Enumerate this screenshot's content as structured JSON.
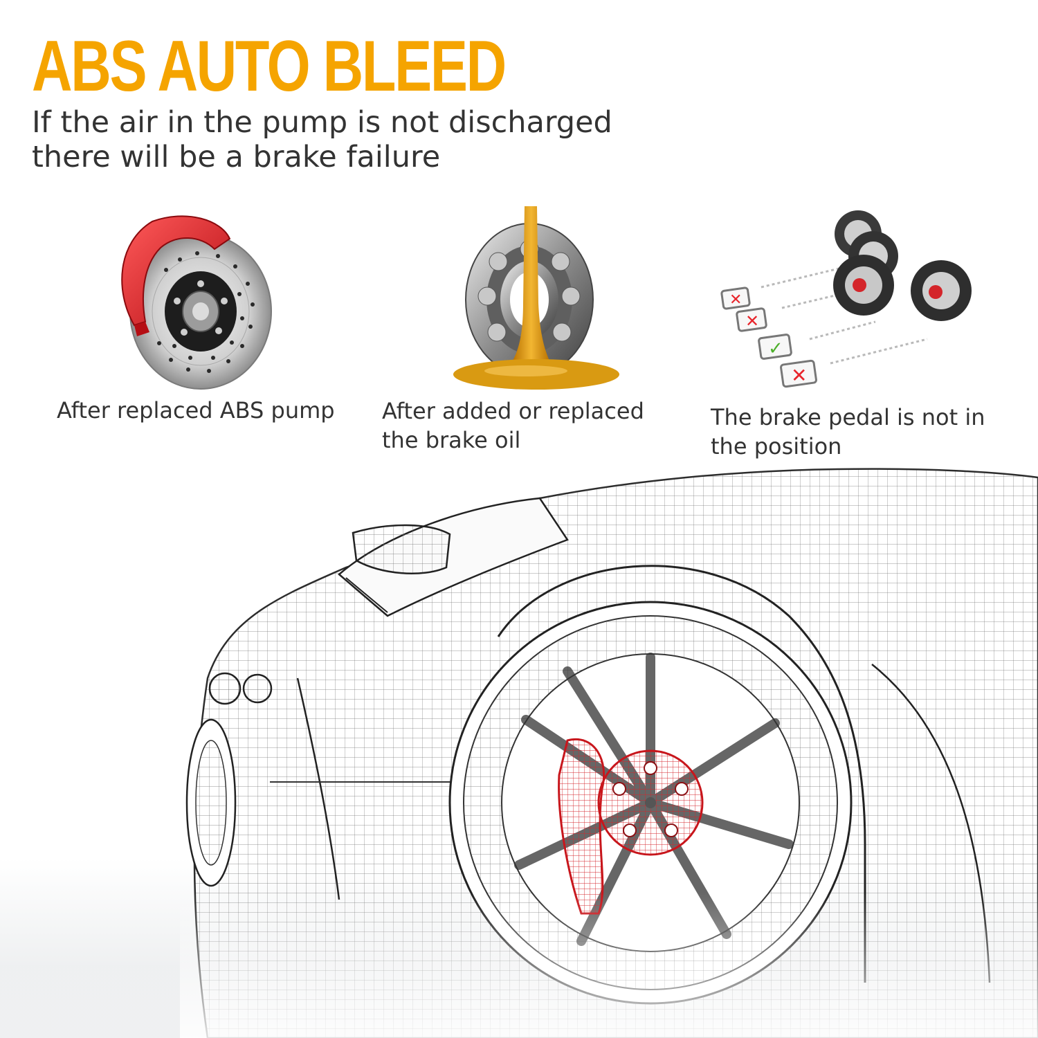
{
  "headline": "ABS AUTO BLEED",
  "subtitle": {
    "line1": "If the air in the pump is not discharged",
    "line2": "there will be a brake failure"
  },
  "features": [
    {
      "icon": "brake-disc-icon",
      "lines": [
        "After replaced ABS pump"
      ]
    },
    {
      "icon": "bearing-oil-icon",
      "lines": [
        "After added or replaced",
        "the brake oil"
      ]
    },
    {
      "icon": "tires-checklist-icon",
      "lines": [
        "The brake pedal is not in",
        "the position"
      ]
    }
  ],
  "colors": {
    "headline": "#f5a400",
    "text": "#333333",
    "caliper_red": "#e8242b",
    "oil_amber": "#d99a12",
    "check_green": "#4caf2a"
  }
}
